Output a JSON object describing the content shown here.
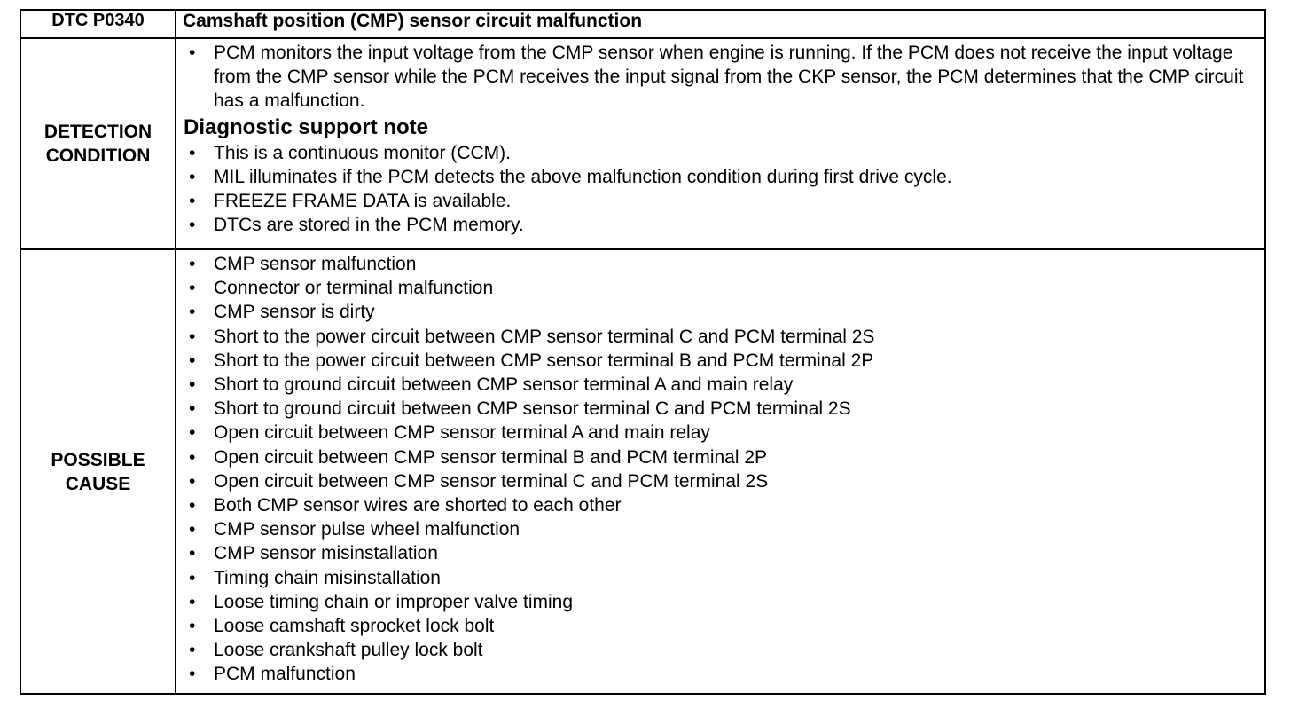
{
  "header": {
    "code": "DTC P0340",
    "title": "Camshaft position (CMP) sensor circuit malfunction"
  },
  "detection": {
    "label_line1": "DETECTION",
    "label_line2": "CONDITION",
    "intro": [
      "PCM monitors the input voltage from the CMP sensor when engine is running. If the PCM does not receive the input voltage from the CMP sensor while the PCM receives the input signal from the CKP sensor, the PCM determines that the CMP circuit has a malfunction."
    ],
    "support_heading": "Diagnostic support note",
    "support_items": [
      "This is a continuous monitor (CCM).",
      "MIL illuminates if the PCM detects the above malfunction condition during first drive cycle.",
      "FREEZE FRAME DATA is available.",
      "DTCs are stored in the PCM memory."
    ]
  },
  "cause": {
    "label_line1": "POSSIBLE",
    "label_line2": "CAUSE",
    "items": [
      "CMP sensor malfunction",
      "Connector or terminal malfunction",
      "CMP sensor is dirty",
      "Short to the power circuit between CMP sensor terminal C and PCM terminal 2S",
      "Short to the power circuit between CMP sensor terminal B and PCM terminal 2P",
      "Short to ground circuit between CMP sensor terminal A and main relay",
      "Short to ground circuit between CMP sensor terminal C and PCM terminal 2S",
      "Open circuit between CMP sensor terminal A and main relay",
      "Open circuit between CMP sensor terminal B and PCM terminal 2P",
      "Open circuit between CMP sensor terminal C and PCM terminal 2S",
      "Both CMP sensor wires are shorted to each other",
      "CMP sensor pulse wheel malfunction",
      "CMP sensor misinstallation",
      "Timing chain misinstallation",
      "Loose timing chain or improper valve timing",
      "Loose camshaft sprocket lock bolt",
      "Loose crankshaft pulley lock bolt",
      "PCM malfunction"
    ]
  }
}
